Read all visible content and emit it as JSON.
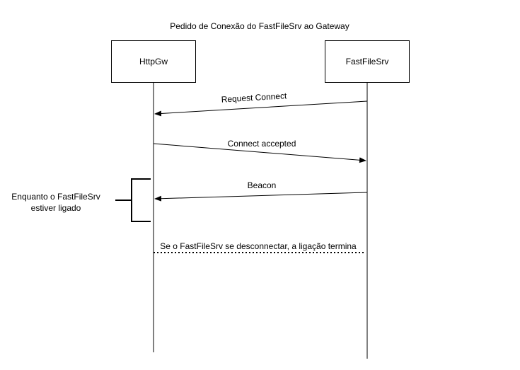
{
  "diagram": {
    "title": "Pedido de Conexão do FastFileSrv ao Gateway",
    "participants": [
      {
        "name": "HttpGw"
      },
      {
        "name": "FastFileSrv"
      }
    ],
    "messages": [
      {
        "label": "Request Connect",
        "from": "FastFileSrv",
        "to": "HttpGw"
      },
      {
        "label": "Connect accepted",
        "from": "HttpGw",
        "to": "FastFileSrv"
      },
      {
        "label": "Beacon",
        "from": "FastFileSrv",
        "to": "HttpGw"
      }
    ],
    "loop_note": {
      "line1": "Enquanto o FastFileSrv",
      "line2": "estiver ligado"
    },
    "termination": {
      "label": "Se o FastFileSrv se desconnectar, a ligação termina"
    },
    "colors": {
      "line": "#000000",
      "background": "#ffffff"
    }
  }
}
